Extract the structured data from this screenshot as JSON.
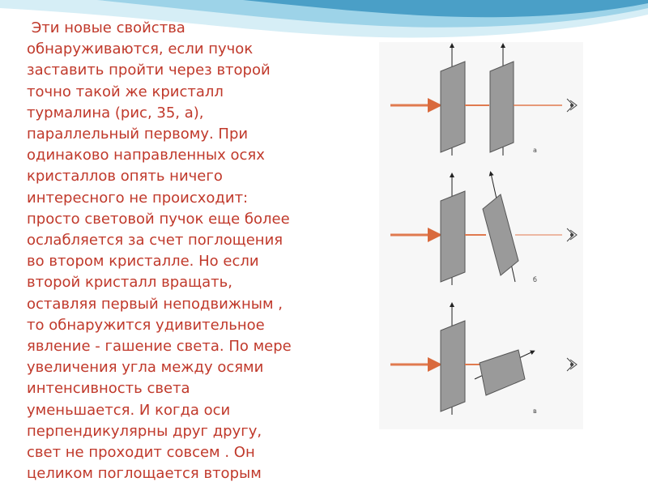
{
  "slide": {
    "text_lines": [
      " Эти новые свойства",
      "обнаруживаются, если пучок",
      "заставить пройти через второй",
      "точно такой же кристалл",
      "турмалина (рис, 35, а),",
      "параллельный первому. При",
      "одинаково направленных осях",
      "кристаллов опять ничего",
      "интересного не происходит:",
      "просто световой пучок еще более",
      "ослабляется за счет поглощения",
      "во втором кристалле. Но если",
      "второй кристалл вращать,",
      "оставляя первый неподвижным ,",
      "то обнаружится удивительное",
      "явление - гашение света. По мере",
      "увеличения угла между осями",
      "интенсивность света",
      "уменьшается. И когда оси",
      "перпендикулярны друг другу,",
      "свет не проходит совсем . Он",
      "целиком поглощается вторым"
    ],
    "text_color": "#c0392b"
  },
  "figure": {
    "panels": [
      {
        "label": "а",
        "second_crystal": "parallel"
      },
      {
        "label": "б",
        "second_crystal": "rotated"
      },
      {
        "label": "в",
        "second_crystal": "perpendicular"
      }
    ],
    "beam_color": "#e07a4f",
    "crystal_color": "#9a9a9a",
    "icons": [
      "eye-icon"
    ]
  },
  "theme": {
    "wave_colors": [
      "#4a9fc7",
      "#9dd3e8",
      "#d6eef6"
    ]
  }
}
